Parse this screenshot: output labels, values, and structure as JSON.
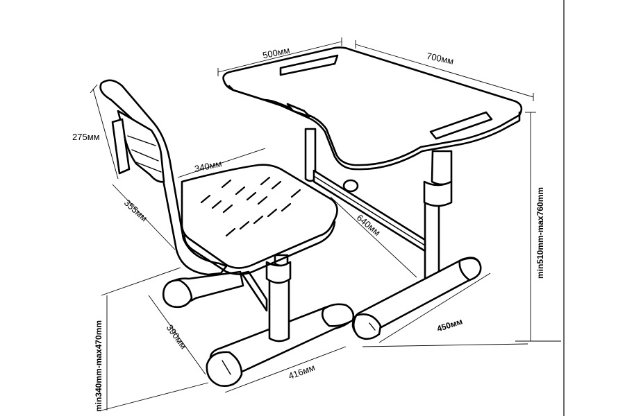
{
  "dimensions": {
    "desk_width": "500мм",
    "desk_depth": "700мм",
    "desk_height": "min510mm-max760mm",
    "desk_frame_length": "640мм",
    "desk_base_width": "450мм",
    "seat_width": "340мм",
    "seat_depth": "355мм",
    "back_height": "275мм",
    "chair_base_depth": "390мм",
    "chair_base_width": "416мм",
    "chair_height": "min340mm-max470mm"
  }
}
